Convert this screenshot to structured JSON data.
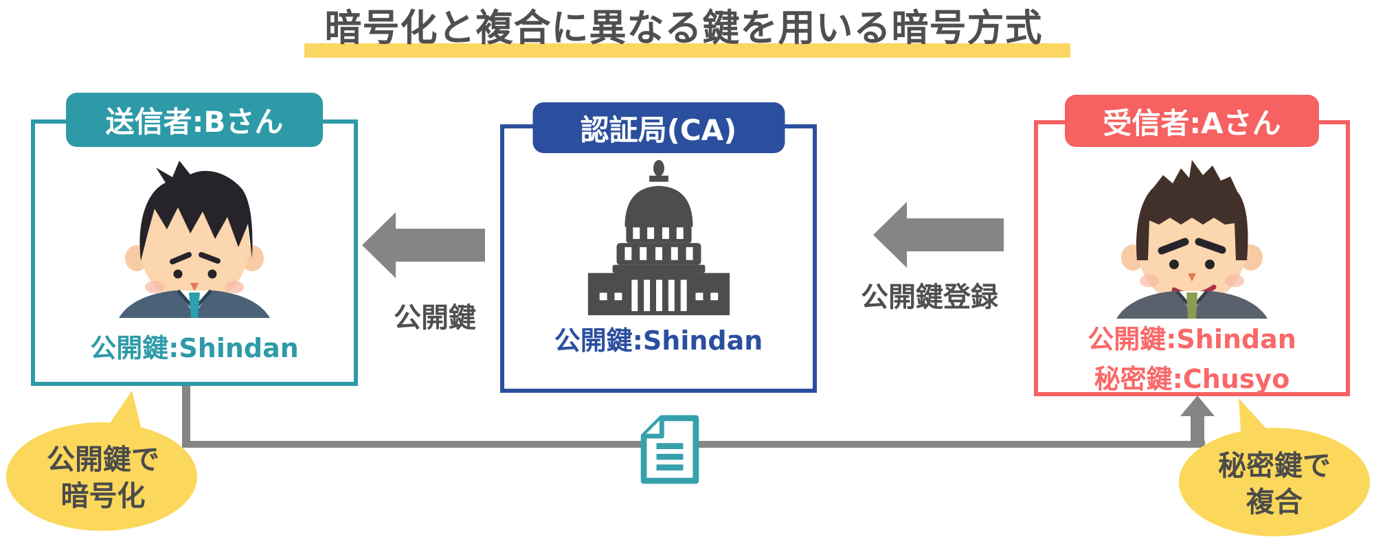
{
  "title": "暗号化と複合に異なる鍵を用いる暗号方式",
  "boxes": {
    "sender": {
      "label": "送信者:Bさん",
      "key": "公開鍵:Shindan",
      "avatar_icon": "man-b-avatar-icon"
    },
    "ca": {
      "label": "認証局(CA)",
      "key": "公開鍵:Shindan",
      "building_icon": "government-building-icon"
    },
    "receiver": {
      "label": "受信者:Aさん",
      "public_key": "公開鍵:Shindan",
      "private_key": "秘密鍵:Chusyo",
      "avatar_icon": "man-a-avatar-icon"
    }
  },
  "arrows": {
    "ca_to_sender_label": "公開鍵",
    "receiver_to_ca_label": "公開鍵登録"
  },
  "bubbles": {
    "encrypt": {
      "line1": "公開鍵で",
      "line2": "暗号化"
    },
    "decrypt": {
      "line1": "秘密鍵で",
      "line2": "複合"
    }
  },
  "flow": {
    "document_icon": "document-icon"
  },
  "colors": {
    "teal": "#2E9AA8",
    "blue": "#2B4F9E",
    "red": "#F66161",
    "arrow_gray": "#858585",
    "highlight_yellow": "#FBD662",
    "bubble_yellow": "#FBD85C",
    "text_dark": "#4F4F4F"
  }
}
